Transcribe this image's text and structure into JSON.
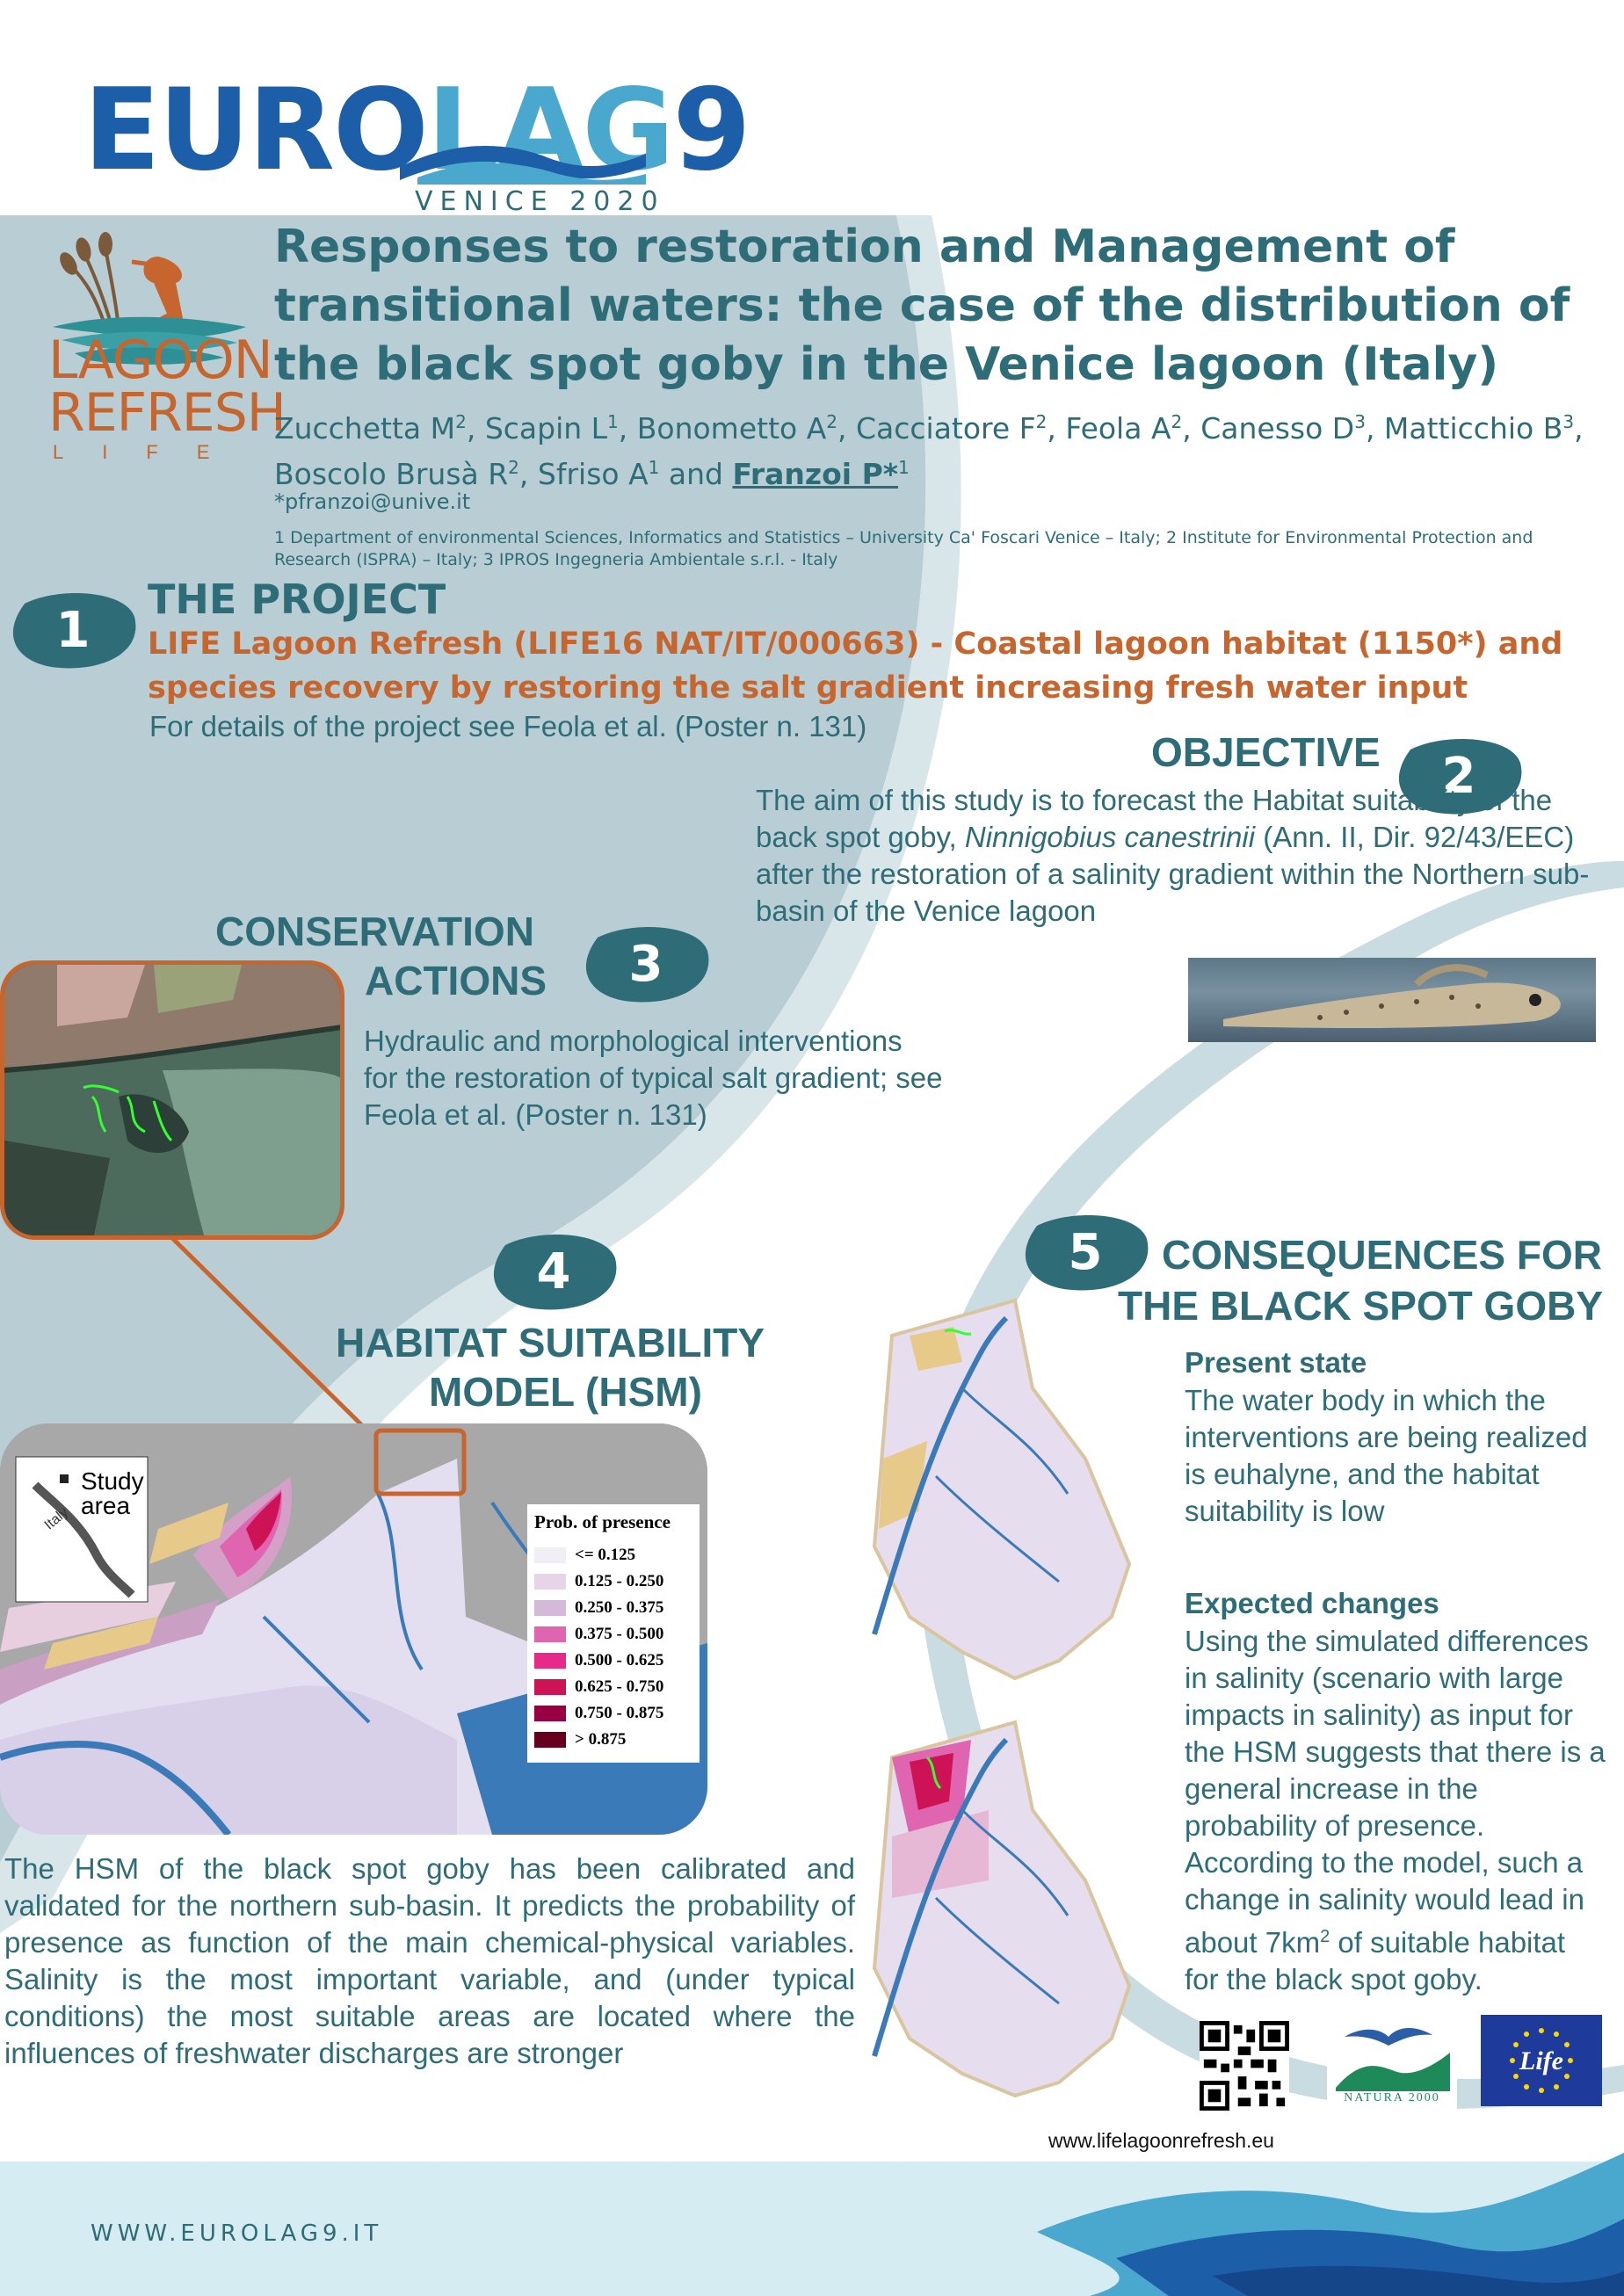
{
  "header": {
    "logo_part1": "EURO",
    "logo_part2": "LAG",
    "logo_part3": "9",
    "logo_subtitle": "VENICE 2020",
    "lagoon_logo_line1": "LAGOON",
    "lagoon_logo_line2": "REFRESH",
    "lagoon_logo_line3": "LIFE"
  },
  "paper": {
    "title": "Responses to restoration and Management of transitional waters: the case of the distribution of the black spot goby in the Venice lagoon (Italy)",
    "authors": [
      {
        "name": "Zucchetta M",
        "sup": "2",
        "sep": ", "
      },
      {
        "name": "Scapin L",
        "sup": "1",
        "sep": ", "
      },
      {
        "name": "Bonometto A",
        "sup": "2",
        "sep": ", "
      },
      {
        "name": "Cacciatore F",
        "sup": "2",
        "sep": ", "
      },
      {
        "name": "Feola A",
        "sup": "2",
        "sep": ", "
      },
      {
        "name": "Canesso D",
        "sup": "3",
        "sep": ", "
      },
      {
        "name": "Matticchio B",
        "sup": "3",
        "sep": ", "
      },
      {
        "name": "Boscolo Brusà R",
        "sup": "2",
        "sep": ", "
      },
      {
        "name": "Sfriso A",
        "sup": "1",
        "sep": " and "
      }
    ],
    "corresponding_author": "Franzoi P*",
    "corresponding_sup": "1",
    "email": "*pfranzoi@unive.it",
    "affiliations": "1 Department of environmental Sciences, Informatics and Statistics – University Ca' Foscari Venice – Italy; 2 Institute for Environmental Protection and Research (ISPRA) – Italy; 3 IPROS Ingegneria Ambientale s.r.l. - Italy"
  },
  "sections": {
    "project": {
      "number": "1",
      "heading": "THE PROJECT",
      "subtitle": "LIFE Lagoon Refresh (LIFE16 NAT/IT/000663) - Coastal lagoon habitat (1150*) and species recovery by restoring the salt gradient increasing fresh water input",
      "details": "For details of the project see Feola et al. (Poster n. 131)"
    },
    "objective": {
      "number": "2",
      "heading": "OBJECTIVE",
      "text_before": "The aim of this study is to forecast the Habitat suitability of the back spot goby, ",
      "species": "Ninnigobius canestrinii",
      "text_after": " (Ann. II, Dir. 92/43/EEC) after the restoration of a salinity gradient within the Northern sub-basin of the Venice lagoon"
    },
    "conservation": {
      "number": "3",
      "heading_line1": "CONSERVATION",
      "heading_line2": "ACTIONS",
      "text": "Hydraulic and morphological interventions for the restoration of typical salt gradient; see Feola et al. (Poster n. 131)"
    },
    "hsm": {
      "number": "4",
      "heading_line1": "HABITAT SUITABILITY",
      "heading_line2": "MODEL (HSM)",
      "inset_label1": "Study",
      "inset_label2": "area",
      "inset_country": "Italy",
      "legend_title": "Prob. of presence",
      "legend": [
        {
          "label": "<= 0.125",
          "color": "#f1eef6"
        },
        {
          "label": "0.125 - 0.250",
          "color": "#e7d4e8"
        },
        {
          "label": "0.250 - 0.375",
          "color": "#d4b9da"
        },
        {
          "label": "0.375 - 0.500",
          "color": "#df65b0"
        },
        {
          "label": "0.500 - 0.625",
          "color": "#e7298a"
        },
        {
          "label": "0.625 - 0.750",
          "color": "#ce1256"
        },
        {
          "label": "0.750 - 0.875",
          "color": "#980043"
        },
        {
          "label": "> 0.875",
          "color": "#67001f"
        }
      ],
      "text": "The HSM of the black spot goby has been calibrated and validated for the northern sub-basin. It predicts the probability of presence as function of the main chemical-physical variables. Salinity is the most important variable, and (under typical conditions) the most suitable areas are located where the influences of freshwater discharges are stronger"
    },
    "consequences": {
      "number": "5",
      "heading_line1": "CONSEQUENCES FOR",
      "heading_line2": "THE BLACK SPOT GOBY",
      "present_heading": "Present state",
      "present_text": "The water body in which the interventions are being realized is euhalyne, and the habitat suitability is low",
      "expected_heading": "Expected changes",
      "expected_text_before": "Using the simulated differences in salinity (scenario with large impacts in salinity) as input for the HSM suggests that there is a general increase in the probability of presence. According to the model, such a change in salinity would lead in about 7km",
      "expected_sup": "2",
      "expected_text_after": " of suitable habitat for the black spot goby."
    }
  },
  "logos": {
    "natura_label": "NATURA 2000",
    "life_label": "Life"
  },
  "footer": {
    "site_url": "www.lifelagoonrefresh.eu",
    "conference_url": "WWW.EUROLAG9.IT"
  },
  "colors": {
    "teal": "#2e6d78",
    "orange": "#c7652e",
    "background_band": "#b7cdd3",
    "footer": "#d4ecf2",
    "euro_blue": "#1c5fa8",
    "lag_blue": "#4aa8cf"
  }
}
